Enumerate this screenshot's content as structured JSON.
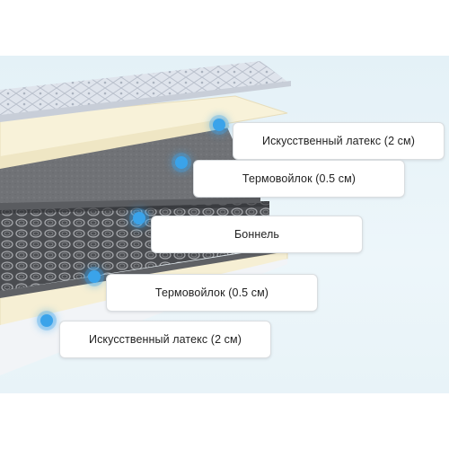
{
  "layers": [
    {
      "id": "latex-top",
      "label": "Искусственный латекс (2 см)"
    },
    {
      "id": "felt-top",
      "label": "Термовойлок (0.5 см)"
    },
    {
      "id": "bonnel",
      "label": "Боннель"
    },
    {
      "id": "felt-bottom",
      "label": "Термовойлок (0.5 см)"
    },
    {
      "id": "latex-bottom",
      "label": "Искусственный латекс (2 см)"
    }
  ],
  "colors": {
    "marker": "#3aa3ea",
    "background": "#e8f3f8",
    "latex": "#f7f1d8",
    "felt": "#77797d",
    "spring_block": "#3a3c40"
  }
}
